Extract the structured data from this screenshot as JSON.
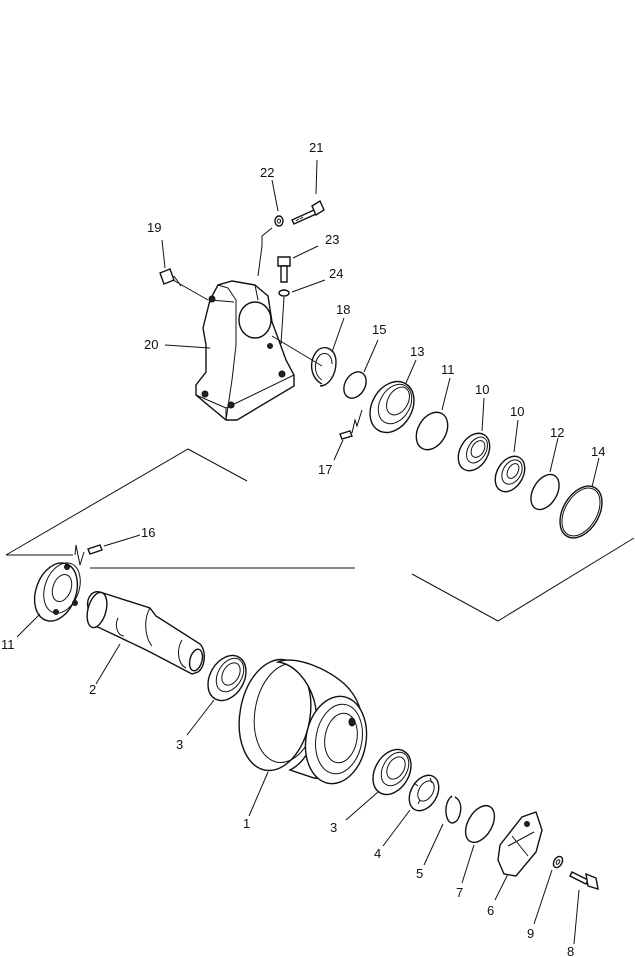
{
  "callouts": [
    {
      "id": "c1",
      "text": "1"
    },
    {
      "id": "c2",
      "text": "2"
    },
    {
      "id": "c3a",
      "text": "3"
    },
    {
      "id": "c3b",
      "text": "3"
    },
    {
      "id": "c4",
      "text": "4"
    },
    {
      "id": "c5",
      "text": "5"
    },
    {
      "id": "c6",
      "text": "6"
    },
    {
      "id": "c7",
      "text": "7"
    },
    {
      "id": "c8",
      "text": "8"
    },
    {
      "id": "c9",
      "text": "9"
    },
    {
      "id": "c10a",
      "text": "10"
    },
    {
      "id": "c10b",
      "text": "10"
    },
    {
      "id": "c11a",
      "text": "11"
    },
    {
      "id": "c11b",
      "text": "11"
    },
    {
      "id": "c12",
      "text": "12"
    },
    {
      "id": "c13",
      "text": "13"
    },
    {
      "id": "c14",
      "text": "14"
    },
    {
      "id": "c15",
      "text": "15"
    },
    {
      "id": "c16",
      "text": "16"
    },
    {
      "id": "c17",
      "text": "17"
    },
    {
      "id": "c18",
      "text": "18"
    },
    {
      "id": "c19",
      "text": "19"
    },
    {
      "id": "c20",
      "text": "20"
    },
    {
      "id": "c21",
      "text": "21"
    },
    {
      "id": "c22",
      "text": "22"
    },
    {
      "id": "c23",
      "text": "23"
    },
    {
      "id": "c24",
      "text": "24"
    }
  ]
}
